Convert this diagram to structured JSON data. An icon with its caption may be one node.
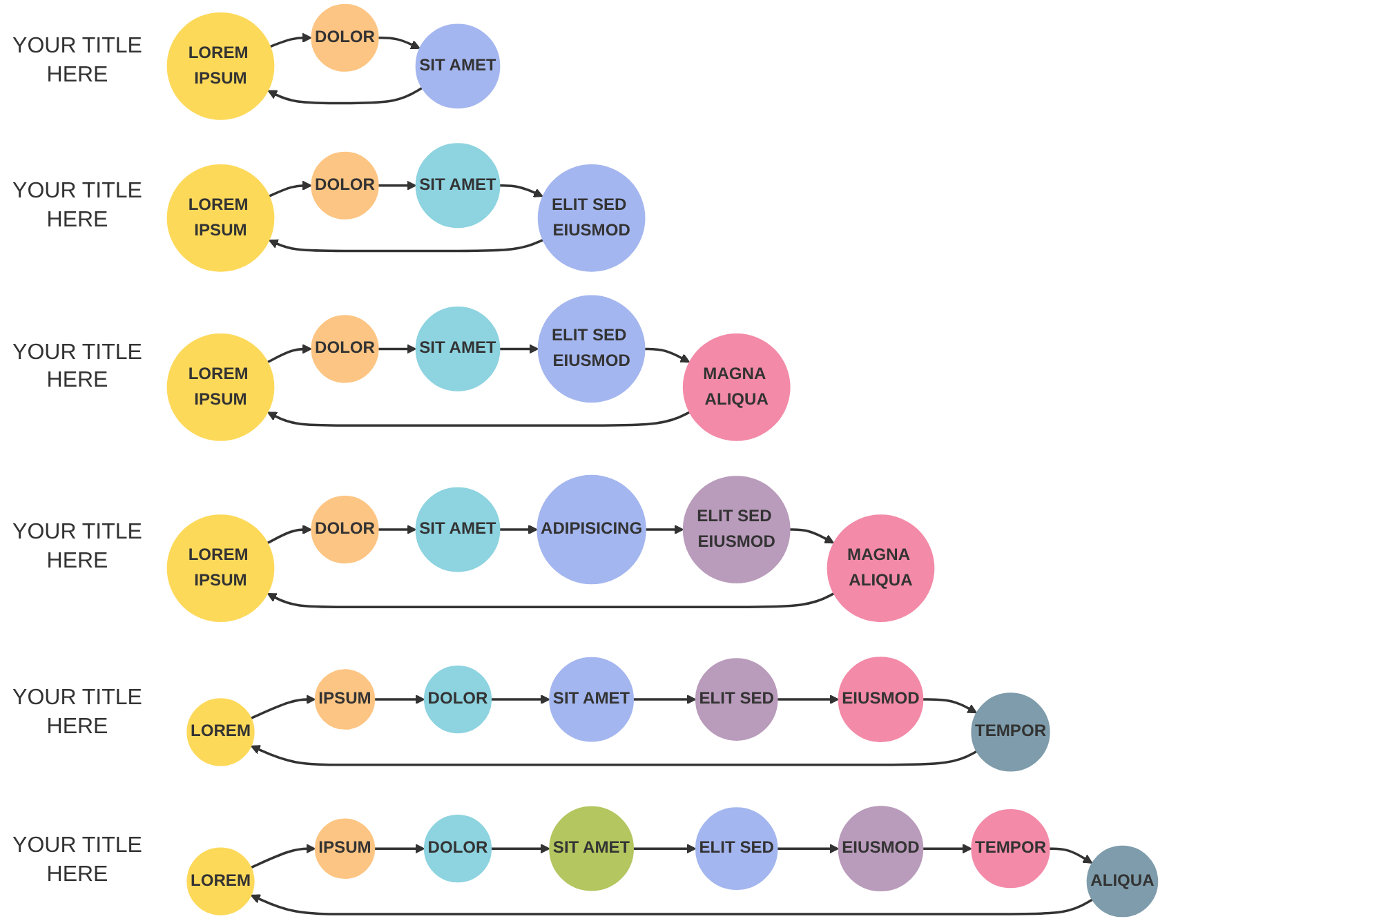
{
  "diagram": {
    "nodes": [
      {
        "text": [
          "LOREM IPSUM"
        ]
      },
      {
        "text": [
          "DOLOR"
        ]
      },
      {
        "text": [
          "SIT AMET"
        ]
      },
      {
        "text": [
          "LOREM IPSUM"
        ]
      },
      {
        "text": [
          "DOLOR"
        ]
      },
      {
        "text": [
          "SIT AMET"
        ]
      },
      {
        "text": [
          "ELIT SED EIUSMOD"
        ]
      },
      {
        "text": [
          "LOREM IPSUM"
        ]
      },
      {
        "text": [
          "DOLOR"
        ]
      },
      {
        "text": [
          "SIT AMET"
        ]
      },
      {
        "text": [
          "ELIT SED EIUSMOD"
        ]
      },
      {
        "text": [
          "MAGNA ALIQUA"
        ]
      },
      {
        "text": [
          "LOREM IPSUM"
        ]
      },
      {
        "text": [
          "DOLOR"
        ]
      },
      {
        "text": [
          "SIT AMET"
        ]
      },
      {
        "text": [
          "ADIPISICING"
        ]
      },
      {
        "text": [
          "ELIT SED EIUSMOD"
        ]
      },
      {
        "text": [
          "MAGNA ALIQUA"
        ]
      },
      {
        "text": [
          "LOREM"
        ]
      },
      {
        "text": [
          "IPSUM"
        ]
      },
      {
        "text": [
          "DOLOR"
        ]
      },
      {
        "text": [
          "SIT AMET"
        ]
      },
      {
        "text": [
          "ELIT SED"
        ]
      },
      {
        "text": [
          "EIUSMOD"
        ]
      },
      {
        "text": [
          "TEMPOR"
        ]
      },
      {
        "text": [
          "LOREM"
        ]
      },
      {
        "text": [
          "IPSUM"
        ]
      },
      {
        "text": [
          "DOLOR"
        ]
      },
      {
        "text": [
          "SIT AMET"
        ]
      },
      {
        "text": [
          "ELIT SED"
        ]
      },
      {
        "text": [
          "EIUSMOD"
        ]
      },
      {
        "text": [
          "TEMPOR"
        ]
      },
      {
        "text": [
          "ALIQUA"
        ]
      }
    ],
    "edges": [
      {
        "from": 0,
        "to": 1,
        "arrow": "to"
      },
      {
        "from": 1,
        "to": 2,
        "arrow": "to"
      },
      {
        "from": 2,
        "to": 0,
        "arrow": "to"
      },
      {
        "from": 3,
        "to": 4,
        "arrow": "to"
      },
      {
        "from": 4,
        "to": 5,
        "arrow": "to"
      },
      {
        "from": 5,
        "to": 6,
        "arrow": "to"
      },
      {
        "from": 6,
        "to": 3,
        "arrow": "to"
      },
      {
        "from": 7,
        "to": 8,
        "arrow": "to"
      },
      {
        "from": 8,
        "to": 9,
        "arrow": "to"
      },
      {
        "from": 9,
        "to": 10,
        "arrow": "to"
      },
      {
        "from": 10,
        "to": 11,
        "arrow": "to"
      },
      {
        "from": 11,
        "to": 7,
        "arrow": "to"
      },
      {
        "from": 12,
        "to": 13,
        "arrow": "to"
      },
      {
        "from": 13,
        "to": 14,
        "arrow": "to"
      },
      {
        "from": 14,
        "to": 15,
        "arrow": "to"
      },
      {
        "from": 15,
        "to": 16,
        "arrow": "to"
      },
      {
        "from": 16,
        "to": 17,
        "arrow": "to"
      },
      {
        "from": 17,
        "to": 12,
        "arrow": "to"
      },
      {
        "from": 18,
        "to": 19,
        "arrow": "to"
      },
      {
        "from": 19,
        "to": 20,
        "arrow": "to"
      },
      {
        "from": 20,
        "to": 21,
        "arrow": "to"
      },
      {
        "from": 21,
        "to": 22,
        "arrow": "to"
      },
      {
        "from": 22,
        "to": 23,
        "arrow": "to"
      },
      {
        "from": 23,
        "to": 24,
        "arrow": "to"
      },
      {
        "from": 24,
        "to": 18,
        "arrow": "to"
      },
      {
        "from": 25,
        "to": 26,
        "arrow": "to"
      },
      {
        "from": 26,
        "to": 27,
        "arrow": "to"
      },
      {
        "from": 27,
        "to": 28,
        "arrow": "to"
      },
      {
        "from": 28,
        "to": 29,
        "arrow": "to"
      },
      {
        "from": 29,
        "to": 30,
        "arrow": "to"
      },
      {
        "from": 30,
        "to": 31,
        "arrow": "to"
      },
      {
        "from": 31,
        "to": 32,
        "arrow": "to"
      },
      {
        "from": 32,
        "to": 25,
        "arrow": "to"
      }
    ],
    "labels": [
      "YOUR TITLE HERE",
      "YOUR TITLE HERE",
      "YOUR TITLE HERE",
      "YOUR TITLE HERE",
      "YOUR TITLE HERE",
      "YOUR TITLE HERE"
    ]
  }
}
